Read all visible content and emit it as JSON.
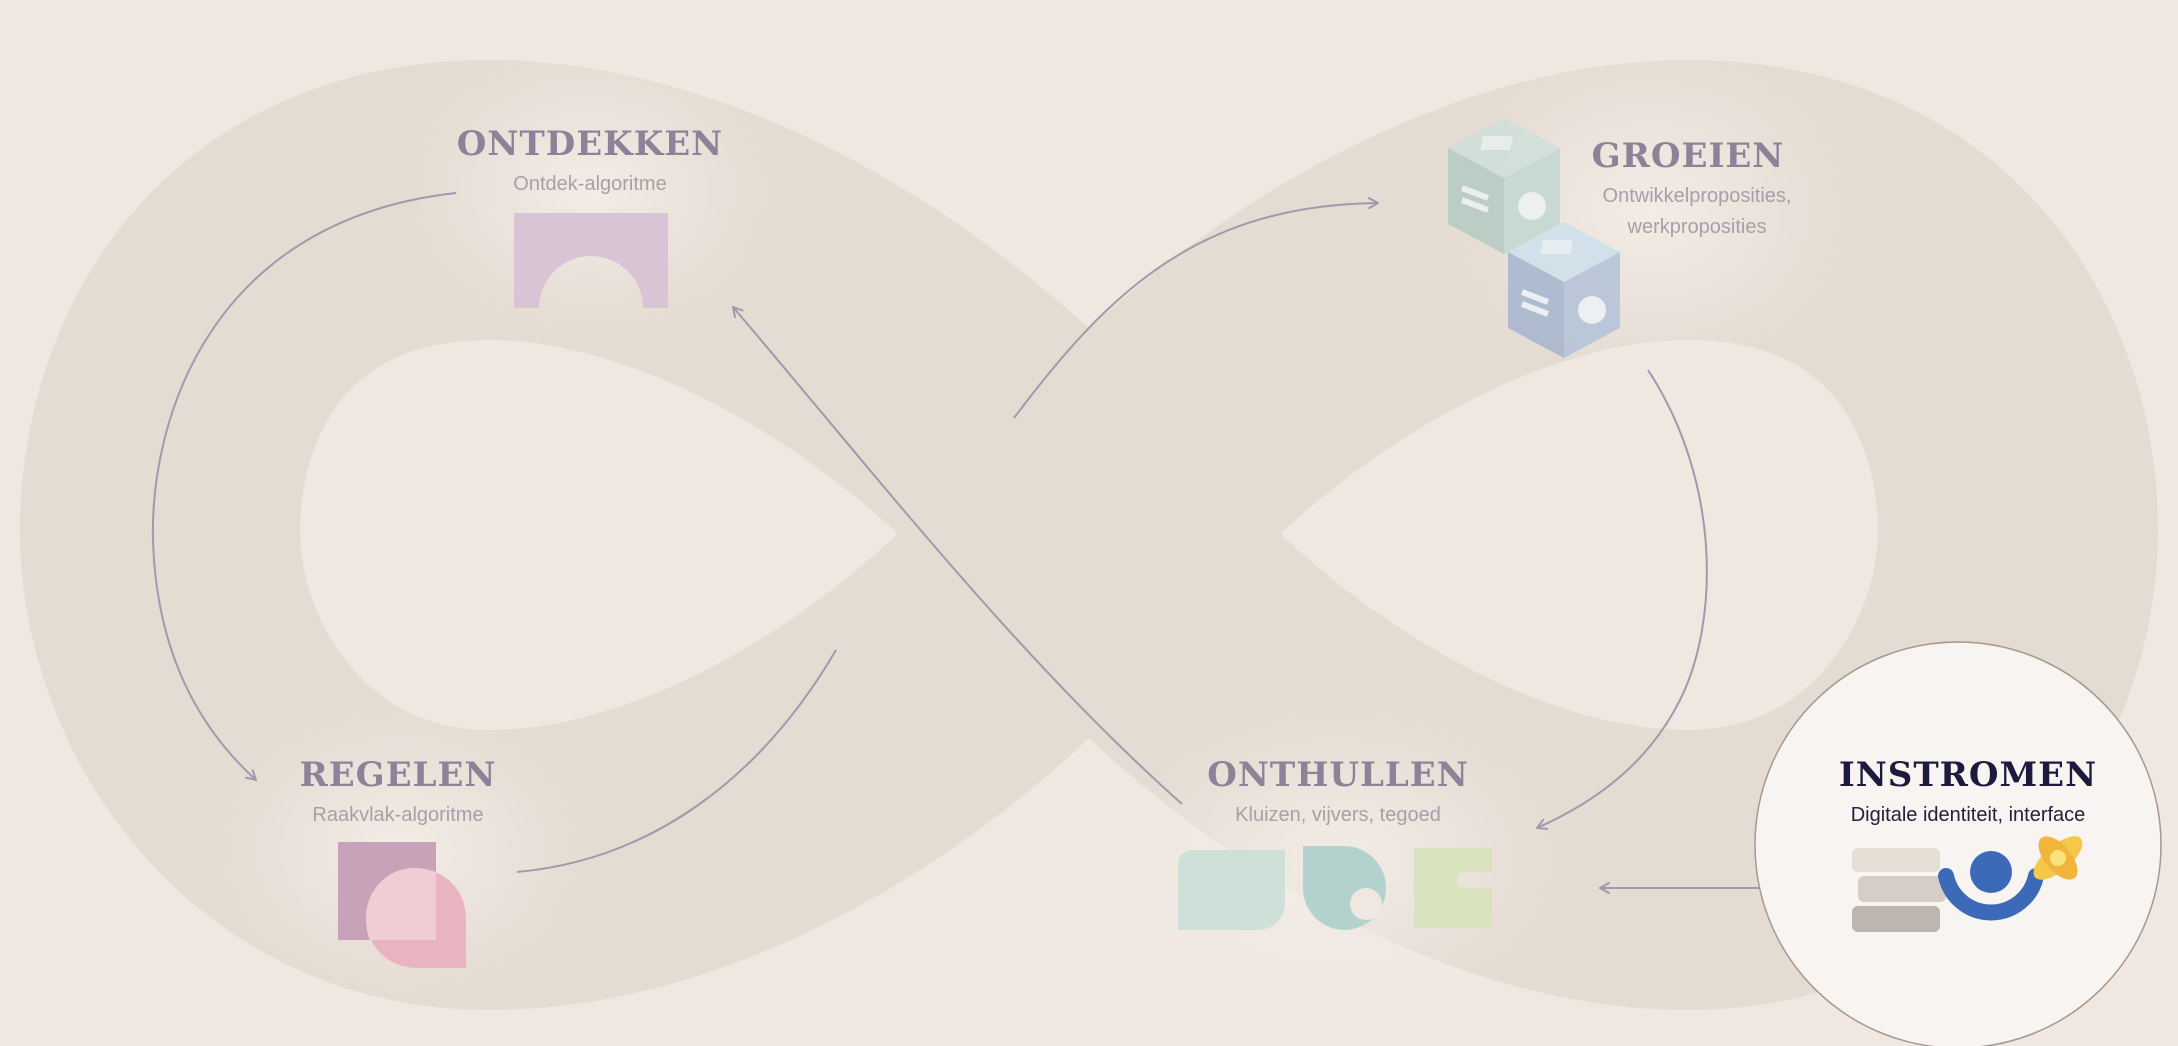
{
  "stages": {
    "ontdekken": {
      "title": "ONTDEKKEN",
      "subtitle": "Ontdek-algoritme",
      "icon": "arch-block-icon",
      "color": "#d8c4d4"
    },
    "groeien": {
      "title": "GROEIEN",
      "subtitle_line1": "Ontwikkelproposities,",
      "subtitle_line2": "werkproposities",
      "icon": "stacked-cubes-icon"
    },
    "regelen": {
      "title": "REGELEN",
      "subtitle": "Raakvlak-algoritme",
      "icon": "overlapping-shapes-icon"
    },
    "onthullen": {
      "title": "ONTHULLEN",
      "subtitle": "Kluizen, vijvers, tegoed",
      "icon": "vault-shapes-icon"
    },
    "instromen": {
      "title": "INSTROMEN",
      "subtitle": "Digitale identiteit, interface",
      "icon": "identity-figure-icon",
      "active": true
    }
  },
  "colors": {
    "background": "#efe7e0",
    "loop": "#e4dbd2",
    "arrow": "#a597ad",
    "active_title": "#1d1a3d",
    "inactive_title": "#8f8198",
    "accent_blue": "#3d6ab8",
    "accent_yellow": "#f5c84a"
  }
}
